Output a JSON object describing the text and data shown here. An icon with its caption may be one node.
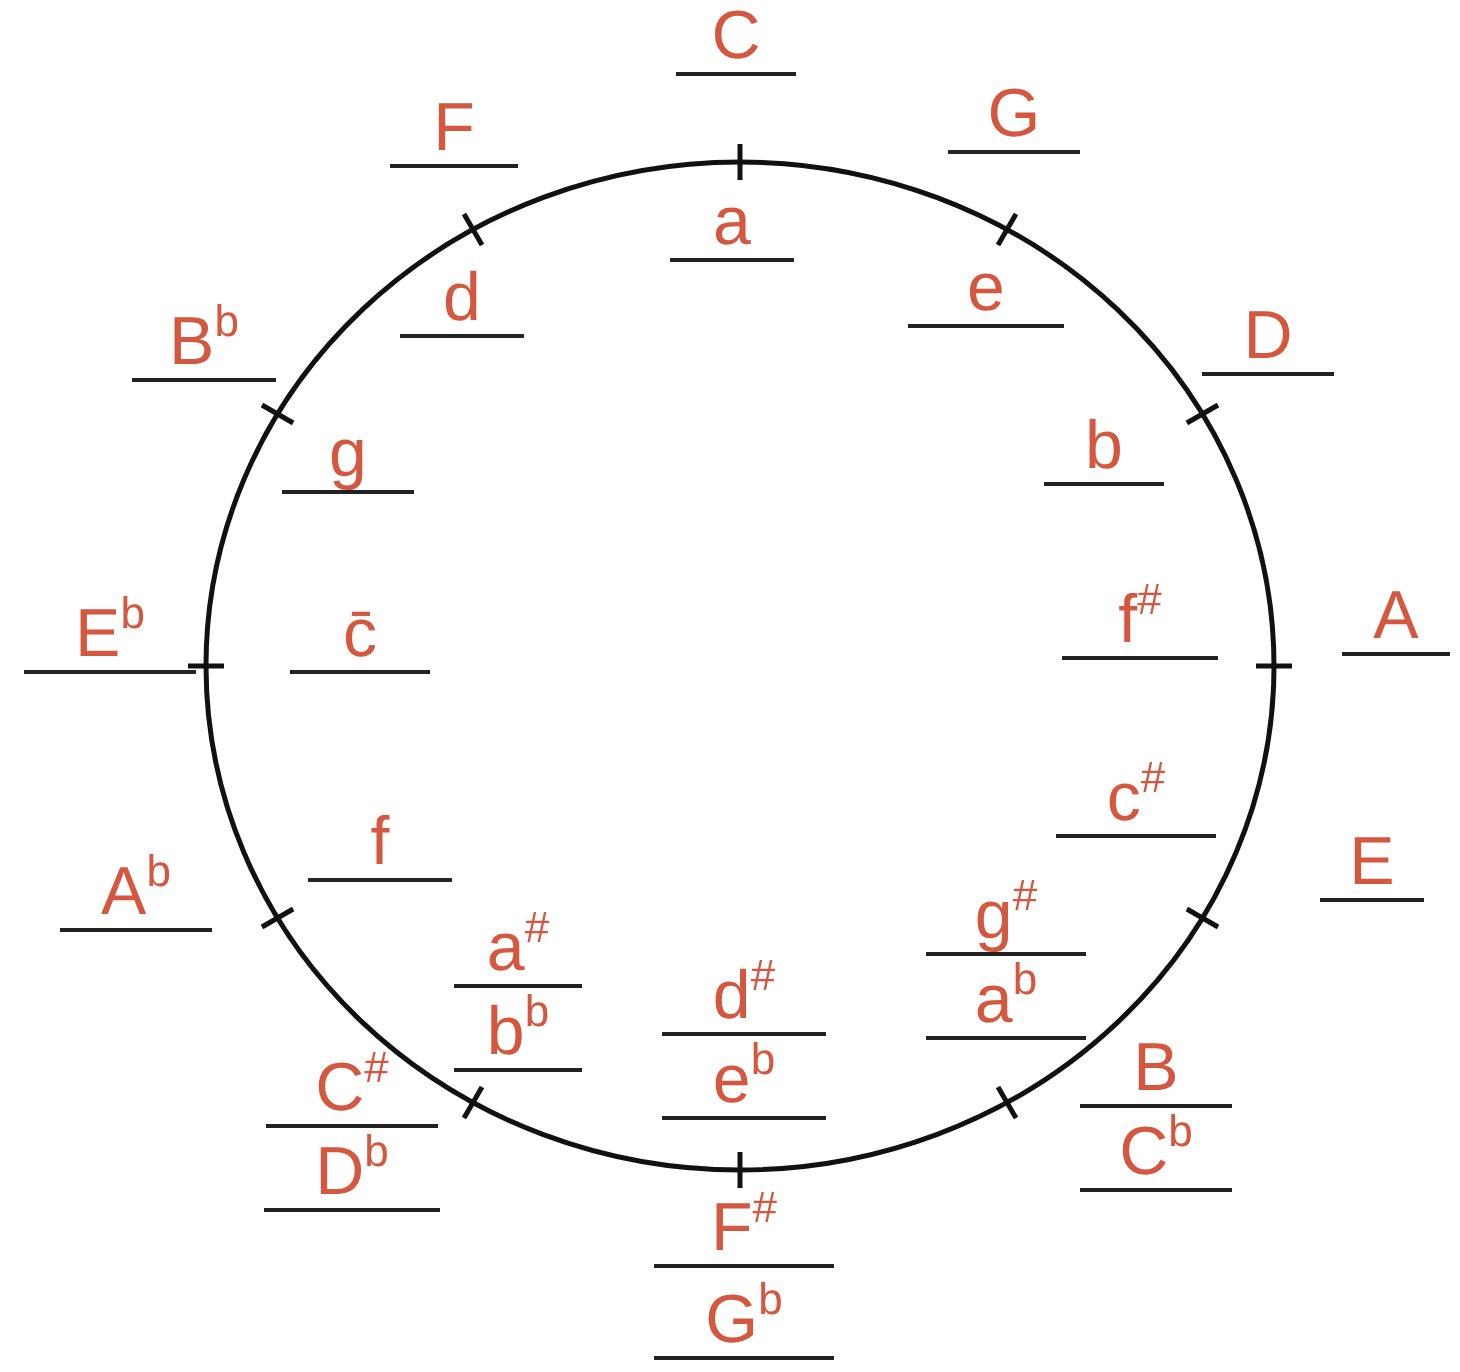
{
  "diagram": {
    "labels": [
      "C",
      "G",
      "F",
      "a",
      "d",
      "e",
      "D",
      "B$^{b}$",
      "b",
      "g",
      "E$^{b}$",
      "c̄",
      "f$^{#}$",
      "A",
      "c$^{#}$",
      "f",
      "E",
      "A$^{b}$",
      "g$^{#}$",
      "a$^{b}$",
      "a$^{#}$",
      "b$^{b}$",
      "d$^{#}$",
      "e$^{b}$",
      "C$^{#}$",
      "D$^{b}$",
      "B",
      "C$^{b}$",
      "F$^{#}$",
      "G$^{b}$"
    ]
  }
}
